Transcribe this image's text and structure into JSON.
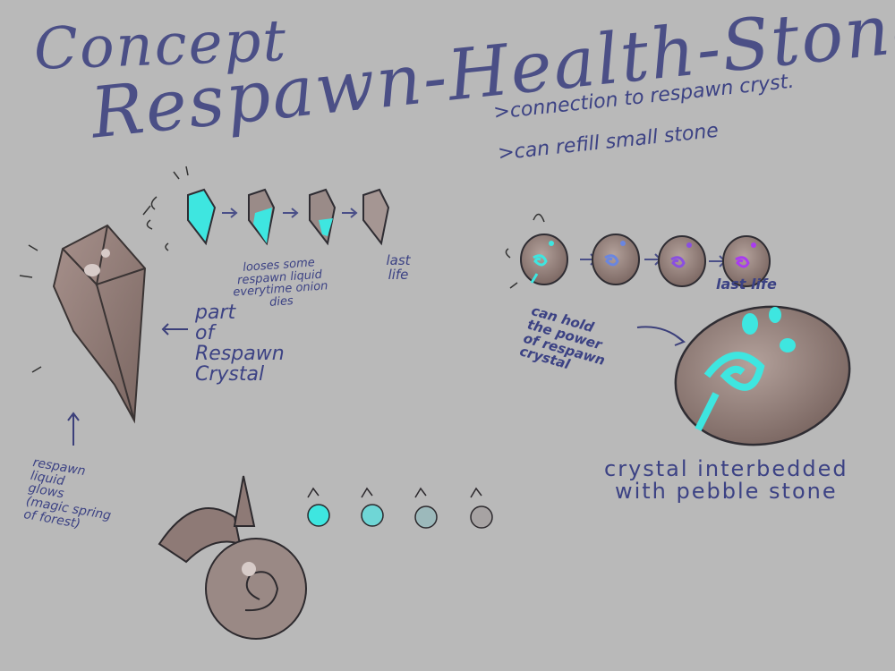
{
  "header": {
    "concept": "Concept",
    "name": "Respawn-Health-Stone",
    "notes": [
      ">connection to respawn cryst.",
      ">can refill small stone"
    ]
  },
  "crystal_section": {
    "loses_text": "looses some\nrespawn liquid\neverytime onion\ndies",
    "last_life": "last\nlife",
    "part_of": "part\nof\nRespawn\nCrystal",
    "liquid_glows": "respawn\nliquid\nglows\n(magic spring\nof forest)"
  },
  "stone_section": {
    "last_life": "last life",
    "can_hold": "can hold\nthe power\nof respawn\ncrystal",
    "interbedded": "crystal interbedded\nwith pebble stone"
  },
  "colors": {
    "background": "#b9b9b9",
    "ink": "#3c4284",
    "glow_cyan": "#3ee6e0",
    "glow_blue": "#6a86e0",
    "glow_violet": "#8a4fe0",
    "glow_purple": "#a93cf0",
    "stone": "#8e7a76"
  }
}
